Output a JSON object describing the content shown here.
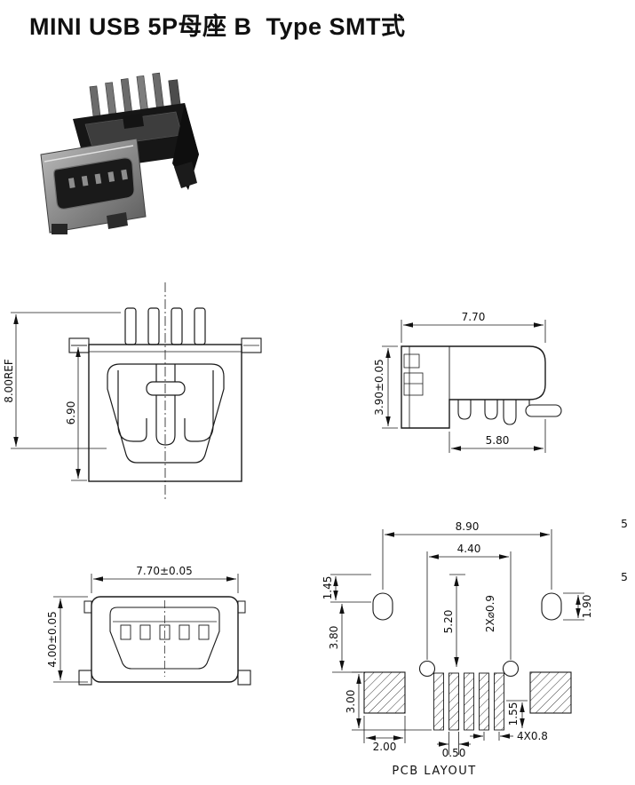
{
  "page": {
    "title": "MINI USB 5P母座 B  Type SMT式",
    "margin_mark_top": "5",
    "margin_mark_bottom": "5"
  },
  "front_view": {
    "dim_overall_height": "8.00REF",
    "dim_body_height": "6.90"
  },
  "side_view": {
    "dim_width": "7.70",
    "dim_height": "3.90±0.05",
    "dim_foot_span": "5.80"
  },
  "bottom_view": {
    "dim_width": "7.70±0.05",
    "dim_height": "4.00±0.05"
  },
  "pcb_layout": {
    "label": "PCB LAYOUT",
    "dim_pad_span": "8.90",
    "dim_hole_span": "4.40",
    "dim_pad_offset": "1.45",
    "dim_pad_height": "1.90",
    "dim_hole_depth": "5.20",
    "dim_hole_depth_left": "3.80",
    "dim_hole_size": "2X⌀0.9",
    "dim_pad_row_height": "3.00",
    "dim_corner_pad_width": "2.00",
    "dim_pad_width": "0.50",
    "dim_pad_tail": "1.55",
    "dim_pad_pitch": "4X0.8"
  }
}
